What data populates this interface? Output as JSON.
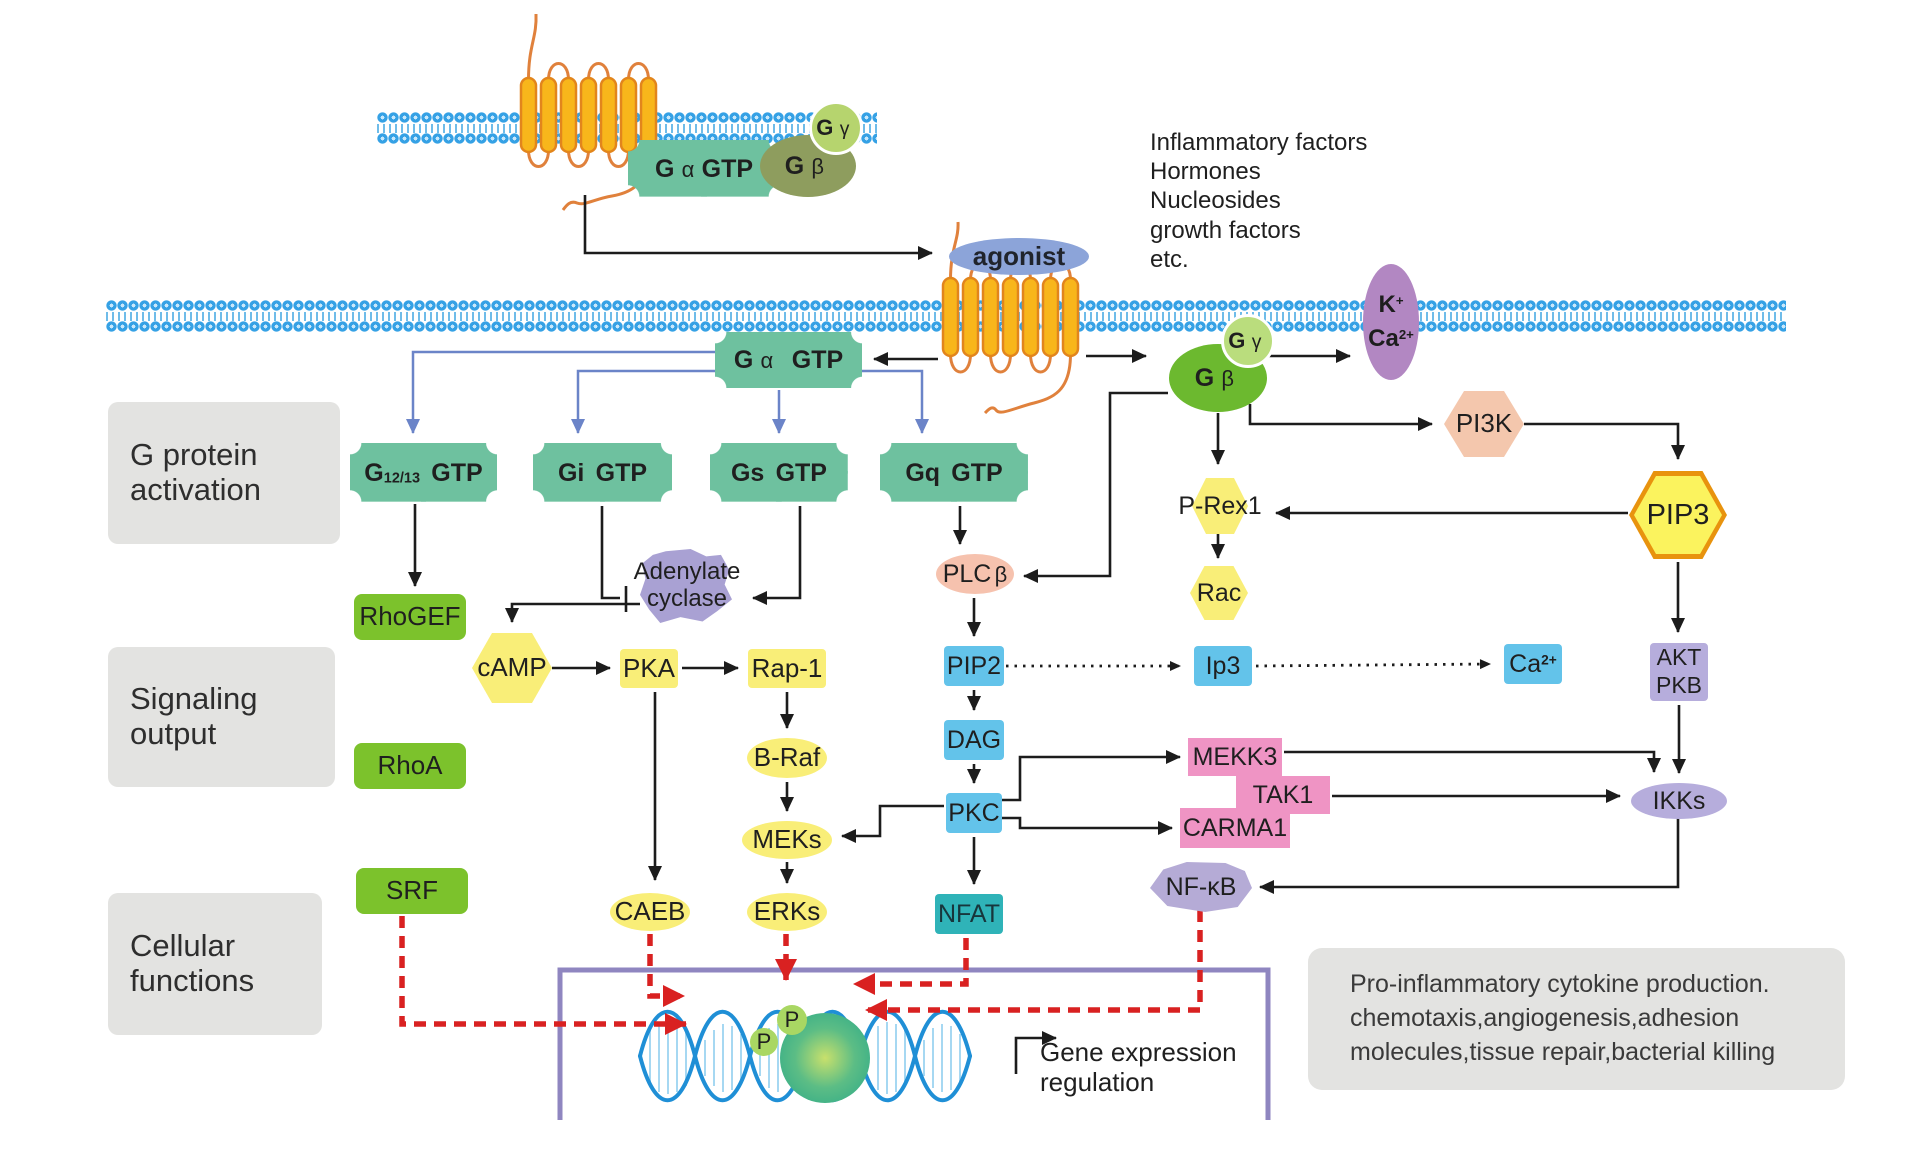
{
  "colors": {
    "teal_gprotein": "#6ec19f",
    "green_box": "#7cc22c",
    "yellow": "#f9ee78",
    "blue_box": "#63c3ea",
    "teal_nfat": "#2fb3b8",
    "pink": "#ef94c4",
    "purple_node": "#b6addc",
    "purple_blob": "#a9a1d3",
    "peach": "#f6c2ae",
    "pip3_fill": "#fbf35e",
    "pip3_border": "#e8930e",
    "agonist_blue": "#8ca4d9",
    "gbeta_green": "#6cb92f",
    "ggamma_green": "#badd7d",
    "gbeta_olive": "#8e9d5e",
    "ggamma_olive": "#b6d46e",
    "channel_purple": "#b287c2",
    "membrane_blue": "#35a1e5",
    "receptor_orange": "#f8b61b",
    "arrow_black": "#1c1c1c",
    "arrow_blue": "#6b84c8",
    "arrow_red": "#d92121",
    "nucleus_border": "#8f86c0",
    "label_gray": "#e3e3e1",
    "dna_blue": "#1f8fd6",
    "tf_green": "#3eb489",
    "phospho_green": "#a9d763"
  },
  "section_labels": {
    "activation": "G protein\nactivation",
    "signaling": "Signaling\noutput",
    "cellular": "Cellular\nfunctions"
  },
  "ligands": "Inflammatory factors\nHormones\nNucleosides\ngrowth factors\netc.",
  "complexes": {
    "agonist": "agonist",
    "g_alpha": {
      "g": "G",
      "greek": "α",
      "gtp": "GTP"
    },
    "g_beta": {
      "g": "G",
      "greek": "β"
    },
    "g_gamma": {
      "g": "G",
      "greek": "γ"
    },
    "channel": {
      "k": "K",
      "k_sup": "+",
      "ca": "Ca",
      "ca_sup": "2+"
    }
  },
  "g_proteins": {
    "g12_13": {
      "g": "G",
      "sub": "12/13",
      "gtp": "GTP"
    },
    "gi": {
      "name": "Gi",
      "gtp": "GTP"
    },
    "gs": {
      "name": "Gs",
      "gtp": "GTP"
    },
    "gq": {
      "name": "Gq",
      "gtp": "GTP"
    }
  },
  "nodes": {
    "rhogef": "RhoGEF",
    "rhoa": "RhoA",
    "srf": "SRF",
    "adenylate_cyclase": "Adenylate\ncyclase",
    "camp": "cAMP",
    "pka": "PKA",
    "rap1": "Rap-1",
    "braf": "B-Raf",
    "meks": "MEKs",
    "erks": "ERKs",
    "caeb": "CAEB",
    "plc": {
      "name": "PLC",
      "greek": "β"
    },
    "pip2": "PIP2",
    "dag": "DAG",
    "pkc": "PKC",
    "nfat": "NFAT",
    "ip3": "Ip3",
    "ca": {
      "name": "Ca",
      "sup": "2+"
    },
    "p_rex1": "P-Rex1",
    "rac": "Rac",
    "pi3k": "PI3K",
    "pip3": "PIP3",
    "akt_pkb": "AKT\nPKB",
    "ikks": "IKKs",
    "nfkb": "NF-κB",
    "mekk3": "MEKK3",
    "tak1": "TAK1",
    "carma1": "CARMA1",
    "phospho": "P"
  },
  "annotations": {
    "gene_expression": "Gene expression\nregulation",
    "outcomes": "Pro-inflammatory cytokine production.\nchemotaxis,angiogenesis,adhesion\nmolecules,tissue repair,bacterial killing"
  }
}
